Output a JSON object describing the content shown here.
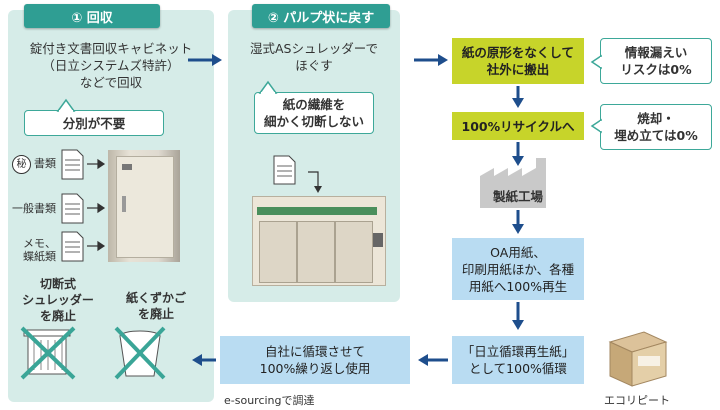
{
  "step1": {
    "header": "① 回収",
    "description": "錠付き文書回収キャビネット\n（日立システムズ特許）\nなどで回収",
    "callout": "分別が不要",
    "doc_labels": [
      "書類",
      "一般書類",
      "メモ、\n蝶紙類"
    ],
    "secret_badge": "秘",
    "abolish_shredder": "切断式\nシュレッダー\nを廃止",
    "abolish_basket": "紙くずかご\nを廃止"
  },
  "step2": {
    "header": "② パルプ状に戻す",
    "description": "湿式ASシュレッダーで\nほぐす",
    "callout": "紙の繊維を\n細かく切断しない"
  },
  "flow": {
    "box1": "紙の原形をなくして\n社外に搬出",
    "box1_note": "情報漏えい\nリスクは0%",
    "box2": "100%リサイクルへ",
    "box2_note": "焼却・\n埋め立ては0%",
    "factory": "製紙工場",
    "box3": "OA用紙、\n印刷用紙ほか、各種\n用紙へ100%再生",
    "box4": "「日立循環再生紙」\nとして100%循環",
    "box5": "自社に循環させて\n100%繰り返し使用",
    "esourcing": "e-sourcingで調達",
    "ecoripito": "エコリピート"
  },
  "colors": {
    "panel": "#d6ece8",
    "header": "#2f9e93",
    "green_box": "#c7d42a",
    "blue_box": "#b9dcf2",
    "arrow": "#1e4e8c"
  }
}
